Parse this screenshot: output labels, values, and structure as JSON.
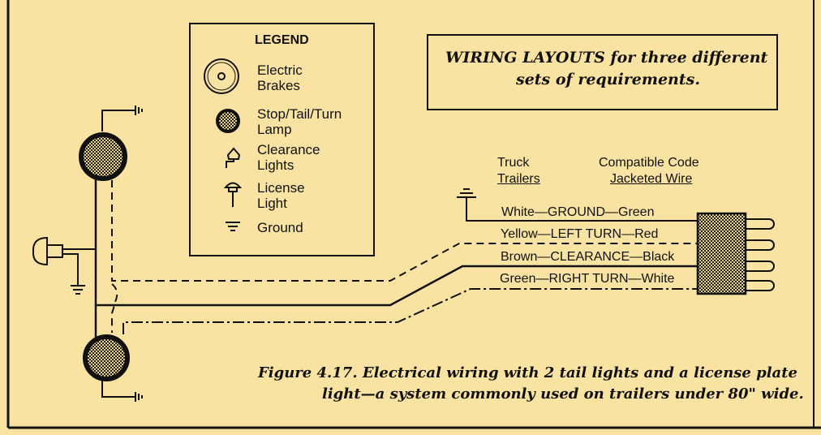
{
  "legend": {
    "title": "LEGEND",
    "items": [
      {
        "icon": "electric-brakes-icon",
        "line1": "Electric",
        "line2": "Brakes"
      },
      {
        "icon": "stop-tail-turn-lamp-icon",
        "line1": "Stop/Tail/Turn",
        "line2": "Lamp"
      },
      {
        "icon": "clearance-lights-icon",
        "line1": "Clearance",
        "line2": "Lights"
      },
      {
        "icon": "license-light-icon",
        "line1": "License",
        "line2": "Light"
      },
      {
        "icon": "ground-icon",
        "line1": "Ground"
      }
    ]
  },
  "title_box": {
    "line1": "WIRING LAYOUTS for three different",
    "line2": "sets of requirements."
  },
  "columns": {
    "truck_line1": "Truck",
    "truck_line2": "Trailers",
    "code_line1": "Compatible Code",
    "code_line2": "Jacketed Wire"
  },
  "wires": [
    "White—GROUND—Green",
    "Yellow—LEFT TURN—Red",
    "Brown—CLEARANCE—Black",
    "Green—RIGHT TURN—White"
  ],
  "caption": {
    "line1": "Figure 4.17.  Electrical wiring with 2 tail lights and a license plate",
    "line2": "light—a system commonly used on trailers under 80\" wide."
  },
  "colors": {
    "background": "#f9e3a2",
    "ink": "#111111"
  }
}
